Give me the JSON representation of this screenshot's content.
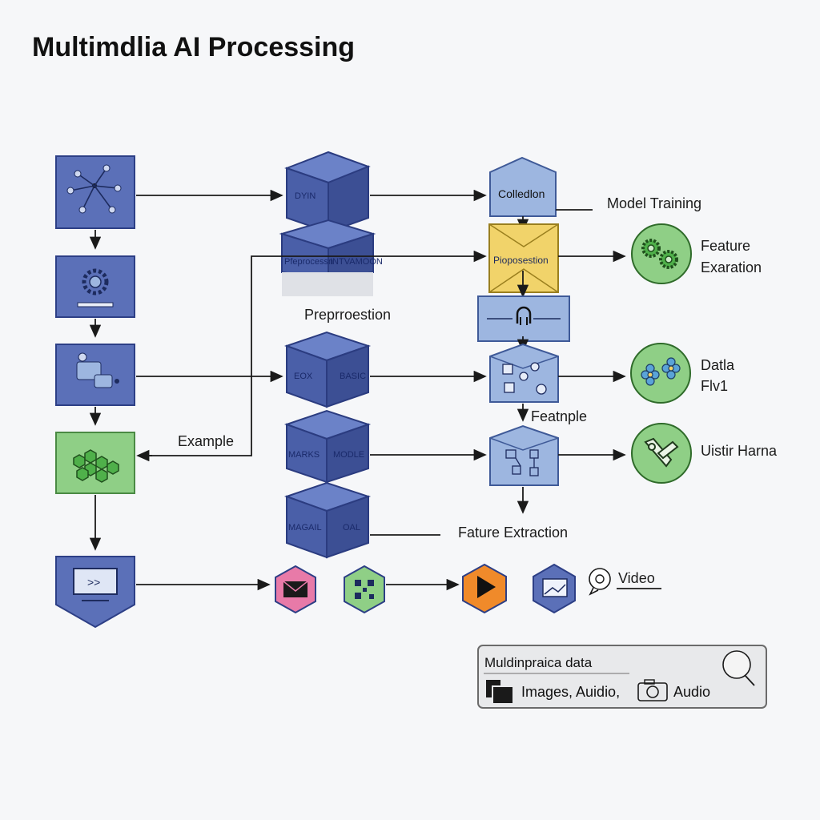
{
  "title": "Multimdlia AI Processing",
  "labels": {
    "preprocessing": "Preprroestion",
    "example": "Example",
    "model_training": "Model Training",
    "feature_top": "Feature",
    "feature_bottom": "Exaration",
    "data_top": "Datla",
    "data_bottom": "Flv1",
    "featnple": "Featnple",
    "uistir": "Uistir Harna",
    "feature_extraction": "Fature Extraction",
    "video": "Video"
  },
  "cube_texts": {
    "c1": "DYIN",
    "c2_left": "Pfeprocessn",
    "c2_right": "INTVAMOON",
    "c3_left": "EOX",
    "c3_right": "BASIC",
    "c4_left": "MARKS",
    "c4_right": "MODLE",
    "c5_left": "MAGAIL",
    "c5_right": "OAL"
  },
  "boxes": {
    "collection": "Colledlon",
    "proposition": "Pioposestion"
  },
  "legend": {
    "title": "Muldinpraica data",
    "items": "Images, Auidio,",
    "audio": "Audio"
  },
  "colors": {
    "blue": "#5b70b8",
    "light_blue": "#9db6e0",
    "green": "#8fcf86",
    "yellow": "#f1d36a",
    "pink": "#e87aa8",
    "orange": "#f08a2a"
  },
  "icons": [
    "network-icon",
    "gear-icon",
    "chat-icon",
    "hexagon-cluster-icon",
    "monitor-icon",
    "mail-icon",
    "qr-icon",
    "play-icon",
    "image-icon",
    "speech-icon",
    "lock-icon",
    "gears-icon",
    "flowers-icon",
    "tools-icon",
    "search-icon",
    "images-icon",
    "camera-icon"
  ]
}
